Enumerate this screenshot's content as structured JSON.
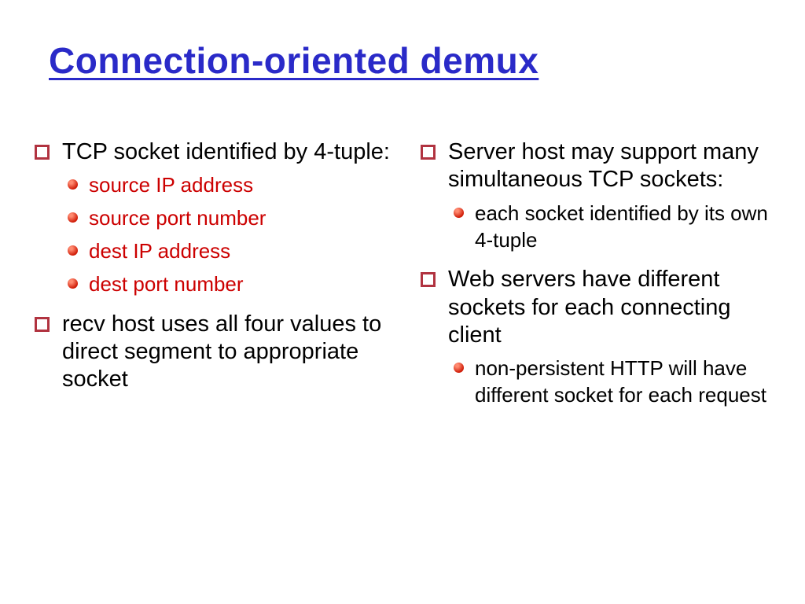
{
  "title": "Connection-oriented demux",
  "colors": {
    "title_blue": "#2a2ac8",
    "bullet_red": "#cc1400",
    "square_outline": "#b13340",
    "sub_text_red": "#cc0000",
    "body_text": "#000000",
    "background": "#ffffff"
  },
  "left": {
    "b1": "TCP socket identified by 4-tuple:",
    "sub": [
      "source IP address",
      "source port number",
      "dest IP address",
      "dest port number"
    ],
    "b2": "recv host uses all four values to direct segment to appropriate socket"
  },
  "right": {
    "b1": "Server host may support many simultaneous TCP sockets:",
    "sub1": "each socket identified by its own 4-tuple",
    "b2": "Web servers have different sockets for each connecting client",
    "sub2": "non-persistent HTTP will have different socket for each request"
  }
}
